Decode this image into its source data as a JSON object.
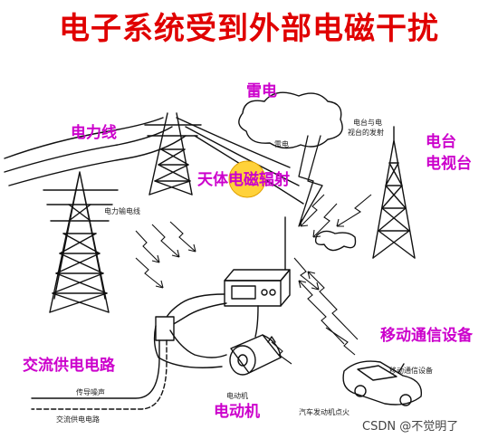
{
  "title": "电子系统受到外部电磁干扰",
  "colors": {
    "title": "#e00000",
    "label": "#cc00cc",
    "sun": "#ffd23a",
    "line": "#111111"
  },
  "labels": {
    "lightning": "雷电",
    "power_line": "电力线",
    "broadcast_line1": "电台",
    "broadcast_line2": "电视台",
    "cosmic": "天体电磁辐射",
    "mobile": "移动通信设备",
    "ac_circuit": "交流供电电路",
    "motor": "电动机"
  },
  "small_labels": {
    "lightning": "雷电",
    "tv_tower_line1": "电台与电",
    "tv_tower_line2": "视台的发射",
    "power_line": "电力输电线",
    "conducted_noise": "传导噪声",
    "ac_supply": "交流供电电路",
    "motor": "电动机",
    "mobile": "移动通信设备",
    "car_ignition": "汽车发动机点火"
  },
  "watermark": "CSDN @不觉明了"
}
